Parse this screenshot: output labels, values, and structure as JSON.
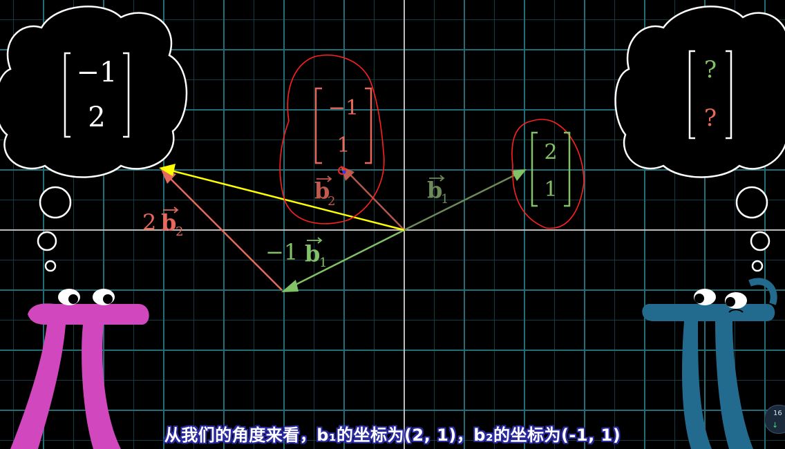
{
  "subtitle": "从我们的角度来看，b₁的坐标为(2, 1)，b₂的坐标为(-1, 1)",
  "left_bubble": {
    "top": "−1",
    "bottom": "2"
  },
  "right_bubble": {
    "top": "?",
    "bottom": "?"
  },
  "matrix_b2": {
    "top": "−1",
    "bottom": "1"
  },
  "matrix_b1": {
    "top": "2",
    "bottom": "1"
  },
  "labels": {
    "b2": "b",
    "b2_sub": "2",
    "b1": "b",
    "b1_sub": "1",
    "two_b2_coef": "2",
    "neg_b1_coef": "−1"
  },
  "badge": {
    "count": "16",
    "arrow": "↓"
  },
  "colors": {
    "background": "#000000",
    "grid": "#1f6e78",
    "axis": "#bfbfbf",
    "vector_b1": "#83c167",
    "vector_b2": "#e8695c",
    "vector_sum": "#ffff00",
    "annotation": "#ff2020",
    "creature_left": "#d147bd",
    "creature_right": "#236b8e"
  }
}
